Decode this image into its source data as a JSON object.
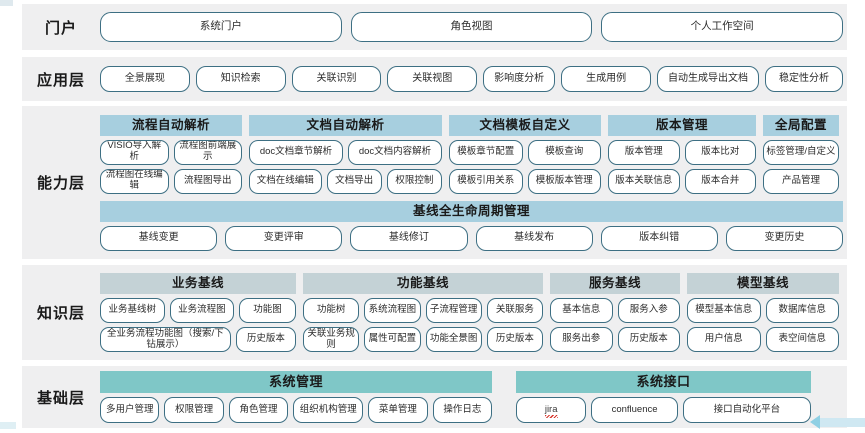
{
  "colors": {
    "band_bg": "#efeff0",
    "pill_border": "#3d6f83",
    "header_blue": "#a7cfdf",
    "header_grey_blue": "#c4d2d6",
    "header_teal": "#7fc7c7",
    "page_bg": "#ffffff"
  },
  "layers": [
    {
      "id": "portal",
      "label": "门户",
      "items": [
        "系统门户",
        "角色视图",
        "个人工作空间"
      ]
    },
    {
      "id": "application",
      "label": "应用层",
      "items": [
        "全景展现",
        "知识检索",
        "关联识别",
        "关联视图",
        "影响度分析",
        "生成用例",
        "自动生成导出文档",
        "稳定性分析"
      ]
    },
    {
      "id": "capability",
      "label": "能力层",
      "groups": [
        {
          "title": "流程自动解析",
          "rows": [
            [
              "VISIO导入解析",
              "流程图前端展示"
            ],
            [
              "流程图在线编辑",
              "流程图导出"
            ]
          ]
        },
        {
          "title": "文档自动解析",
          "rows": [
            [
              "doc文档章节解析",
              "doc文档内容解析"
            ],
            [
              "文档在线编辑",
              "文档导出",
              "权限控制"
            ]
          ]
        },
        {
          "title": "文档模板自定义",
          "rows": [
            [
              "模板章节配置",
              "模板查询"
            ],
            [
              "模板引用关系",
              "模板版本管理"
            ]
          ]
        },
        {
          "title": "版本管理",
          "rows": [
            [
              "版本管理",
              "版本比对"
            ],
            [
              "版本关联信息",
              "版本合并"
            ]
          ]
        },
        {
          "title": "全局配置",
          "rows": [
            [
              "标签管理/自定义"
            ],
            [
              "产品管理"
            ]
          ]
        }
      ],
      "strip": {
        "title": "基线全生命周期管理",
        "items": [
          "基线变更",
          "变更评审",
          "基线修订",
          "基线发布",
          "版本纠错",
          "变更历史"
        ]
      }
    },
    {
      "id": "knowledge",
      "label": "知识层",
      "groups": [
        {
          "title": "业务基线",
          "rows": [
            [
              "业务基线树",
              "业务流程图",
              "功能图"
            ],
            [
              "全业务流程功能图（搜索/下钻展示）",
              "历史版本"
            ]
          ]
        },
        {
          "title": "功能基线",
          "rows": [
            [
              "功能树",
              "系统流程图",
              "子流程管理",
              "关联服务"
            ],
            [
              "关联业务规则",
              "属性可配置",
              "功能全景图",
              "历史版本"
            ]
          ]
        },
        {
          "title": "服务基线",
          "rows": [
            [
              "基本信息",
              "服务入参"
            ],
            [
              "服务出参",
              "历史版本"
            ]
          ]
        },
        {
          "title": "模型基线",
          "rows": [
            [
              "模型基本信息",
              "数据库信息"
            ],
            [
              "用户信息",
              "表空间信息"
            ]
          ]
        }
      ]
    },
    {
      "id": "base",
      "label": "基础层",
      "groups": [
        {
          "title": "系统管理",
          "rows": [
            [
              "多用户管理",
              "权限管理",
              "角色管理",
              "组织机构管理",
              "菜单管理",
              "操作日志"
            ]
          ]
        },
        {
          "title": "系统接口",
          "rows": [
            [
              "jira",
              "confluence",
              "接口自动化平台"
            ]
          ]
        }
      ]
    }
  ]
}
